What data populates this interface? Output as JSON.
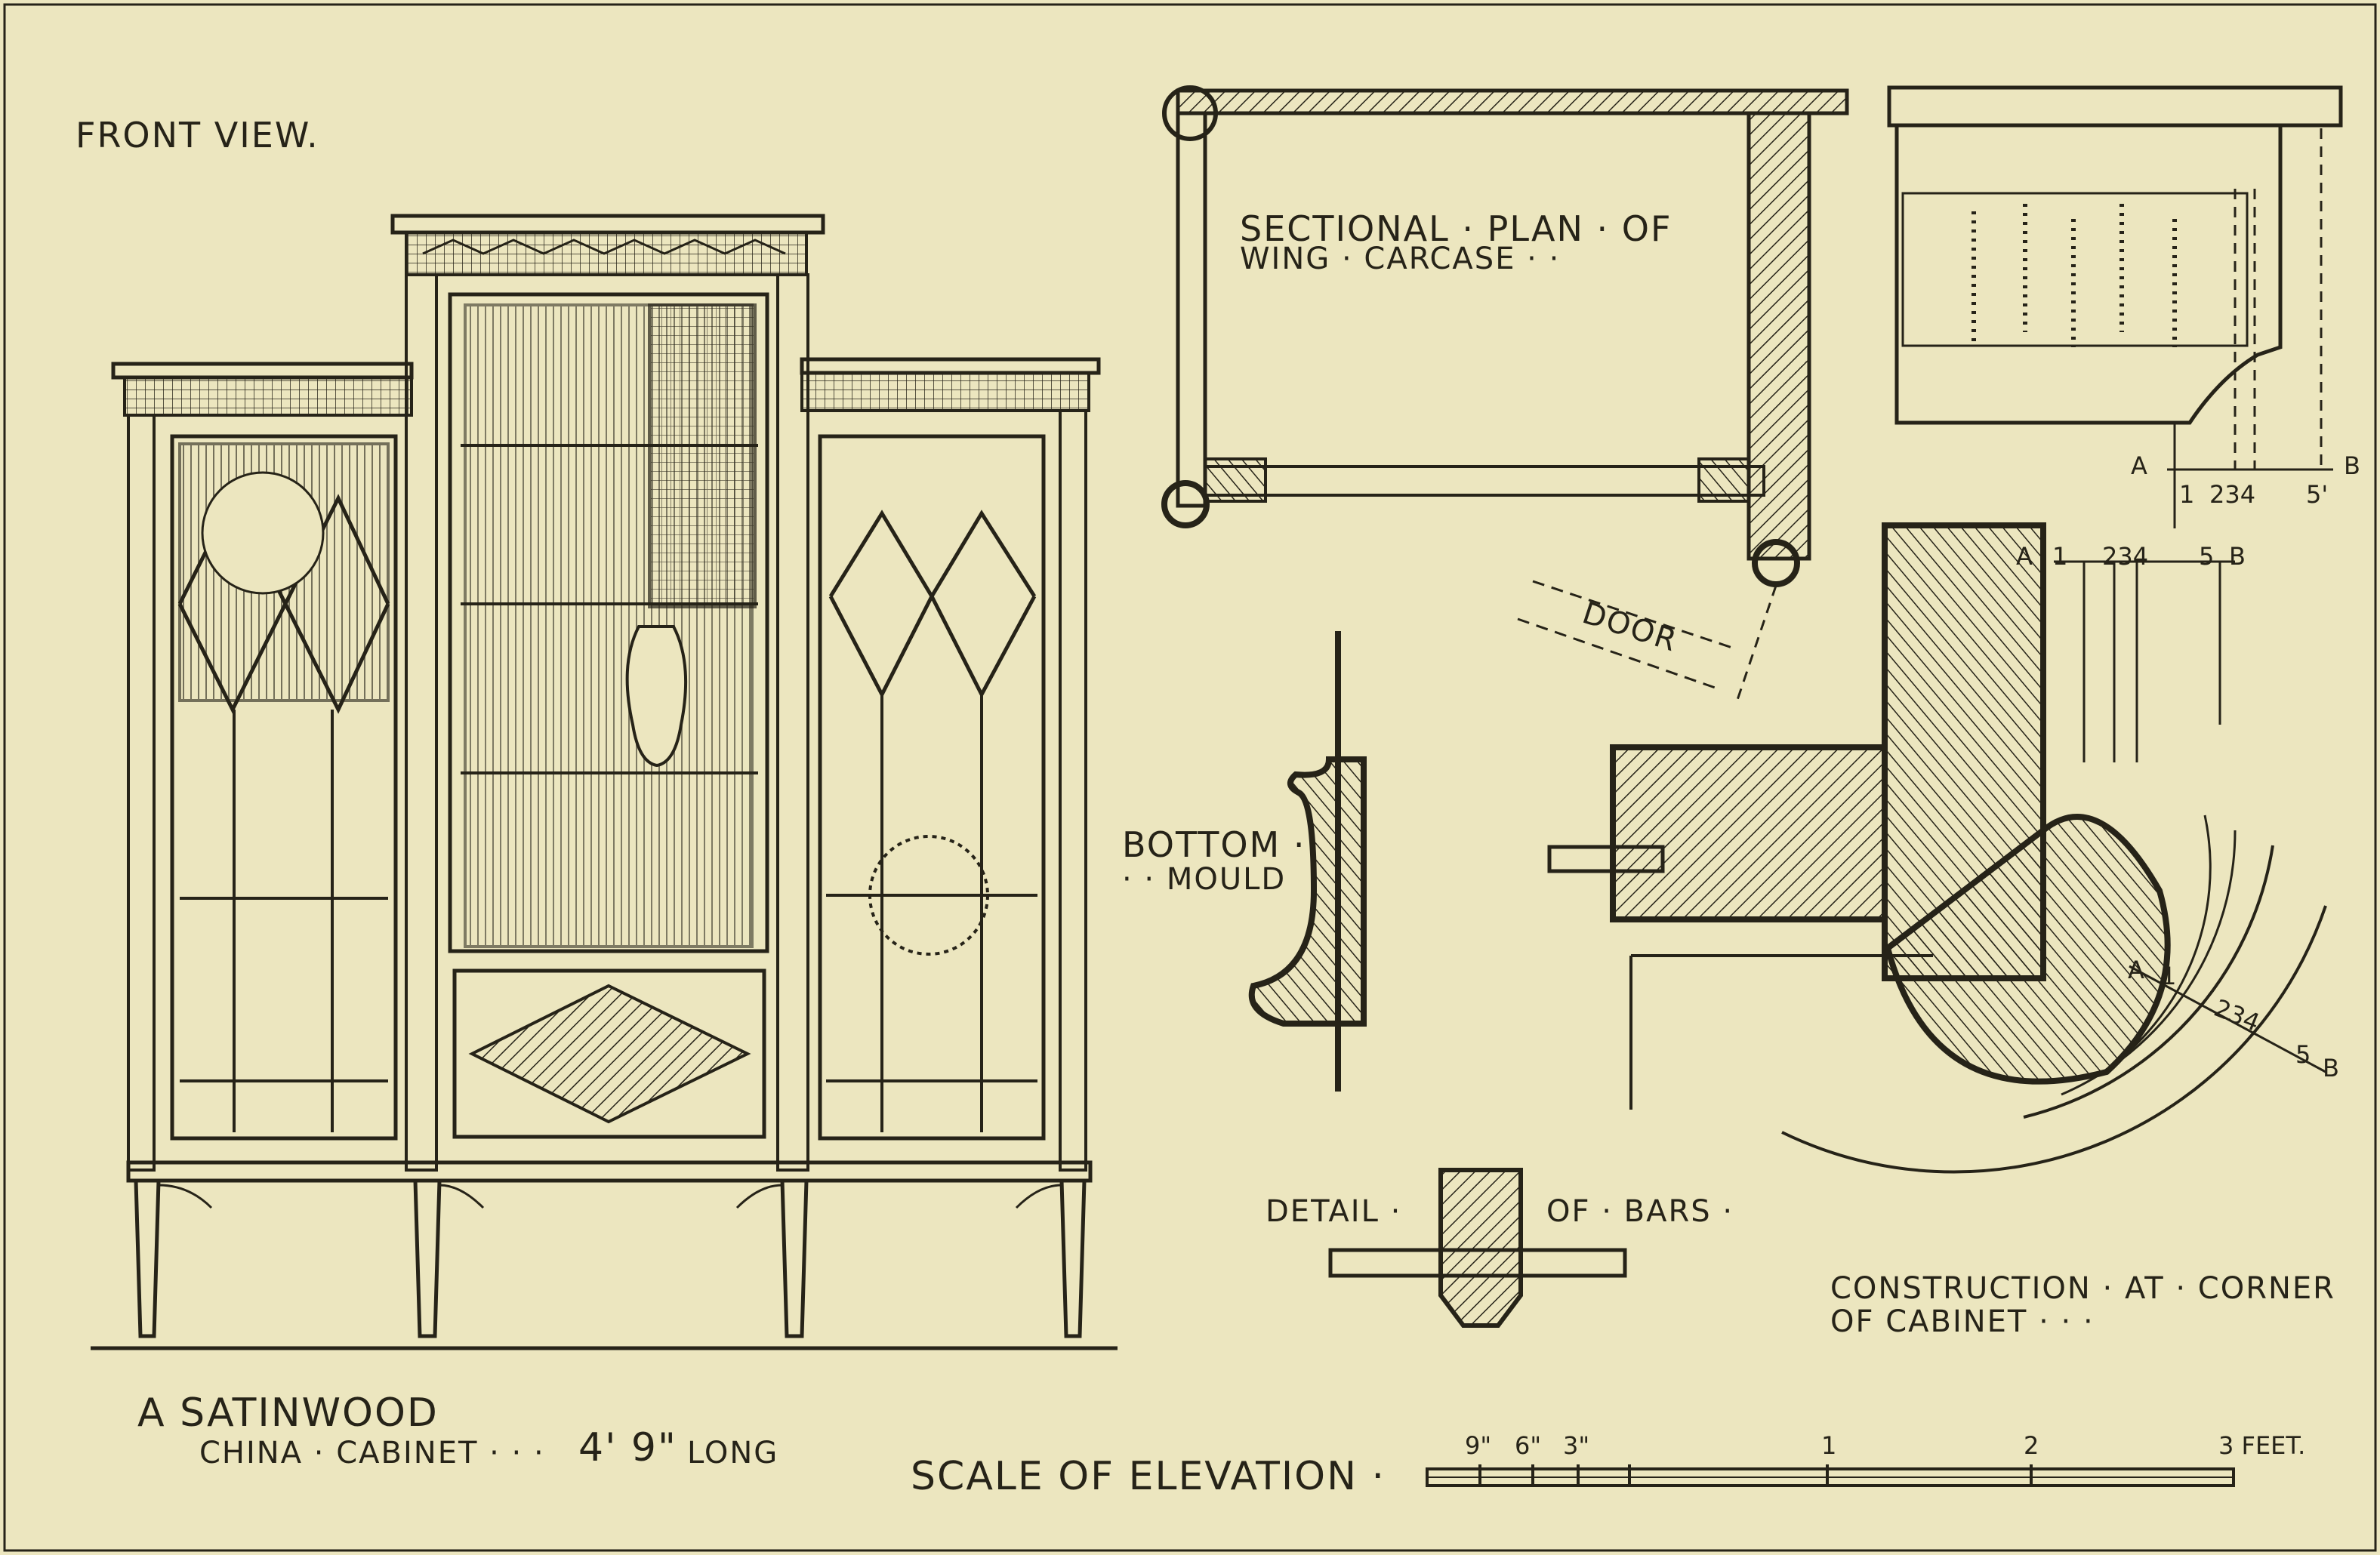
{
  "front_view": "FRONT VIEW.",
  "sectional_plan": {
    "line1": "SECTIONAL · PLAN · OF",
    "line2": "WING · CARCASE · ·"
  },
  "door": "DOOR",
  "bottom_mould": {
    "line1": "BOTTOM ·",
    "line2": "· · MOULD"
  },
  "detail_of_bars": {
    "left": "DETAIL ·",
    "right": "OF · BARS ·"
  },
  "construction": {
    "line1": "CONSTRUCTION · AT · CORNER",
    "line2": "OF CABINET ·        ·     ·"
  },
  "caption": {
    "line1": "A SATINWOOD",
    "line2": "CHINA · CABINET · · ·",
    "length_value": "4' 9\"",
    "length_unit": "LONG"
  },
  "scale": {
    "label": "SCALE OF ELEVATION ·",
    "ticks_inches": [
      "9\"",
      "6\"",
      "3\""
    ],
    "ticks_feet": [
      "1",
      "2",
      "3 FEET."
    ]
  },
  "section_markers": {
    "a": "A",
    "b": "B",
    "n1": "1",
    "n234": "234",
    "n5": "5",
    "n1b": "1",
    "n234b": "234",
    "n5b": "5'",
    "n1c": "1",
    "n234c": "234",
    "n5c": "5"
  },
  "colors": {
    "paper": "#ece6bf",
    "ink": "#262318"
  }
}
